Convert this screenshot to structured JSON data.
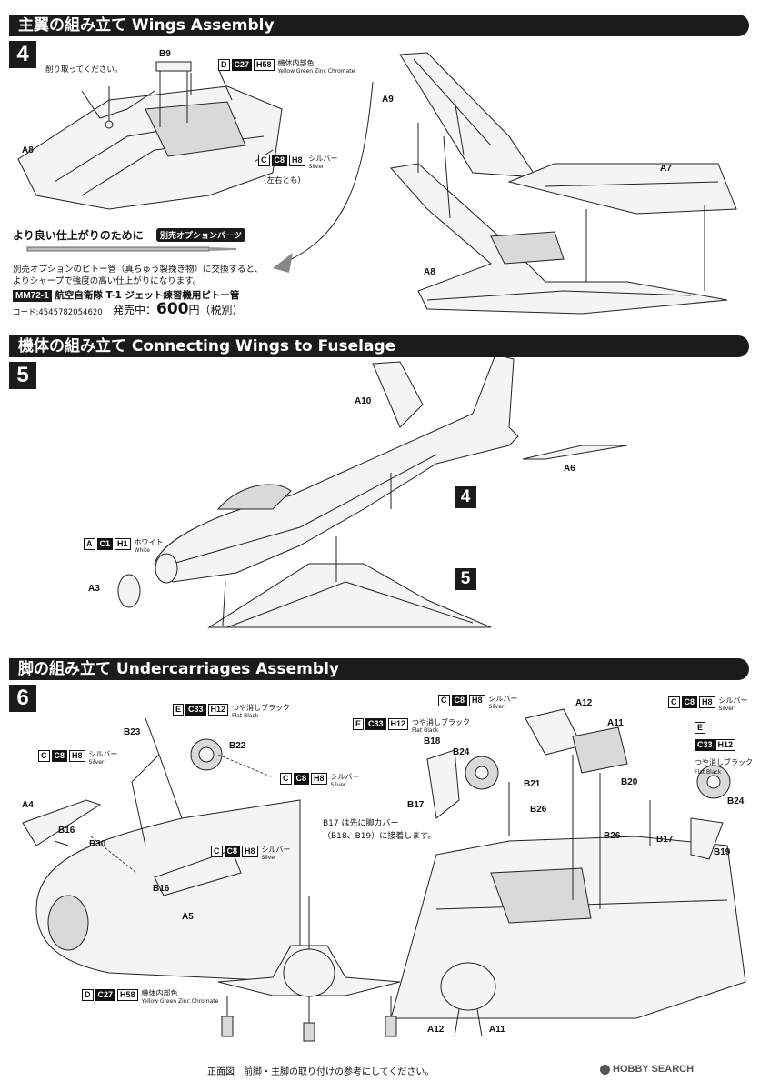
{
  "step4": {
    "banner": "主翼の組み立て Wings Assembly",
    "number": "4",
    "note_cut": "削り取ってください。",
    "parts": {
      "b9": "B9",
      "a8_left": "A8",
      "a9": "A9",
      "a7": "A7",
      "a8_right": "A8"
    },
    "paint_d": {
      "letter": "D",
      "code": "C27",
      "hcode": "H58",
      "jp": "機体内部色",
      "en": "Yellow Green Zinc Chromate"
    },
    "paint_c": {
      "letter": "C",
      "code": "C8",
      "hcode": "H8",
      "jp": "シルバー",
      "en": "Silver",
      "note": "(左右とも)"
    }
  },
  "option": {
    "title": "より良い仕上がりのために",
    "badge": "別売オプションパーツ",
    "line1": "別売オプションのピトー管（真ちゅう製挽き物）に交換すると、",
    "line2": "よりシャープで強度の高い仕上がりになります。",
    "product_code": "MM72-1",
    "product_name": "航空自衛隊 T-1 ジェット練習機用ピトー管",
    "barcode": "コード:4545782054620",
    "price_prefix": "発売中：",
    "price": "600",
    "price_suffix": "円（税別）"
  },
  "step5": {
    "banner": "機体の組み立て Connecting Wings to Fuselage",
    "number": "5",
    "parts": {
      "a10": "A10",
      "a6": "A6",
      "a3": "A3"
    },
    "ref4": "4",
    "ref5": "5",
    "paint_a": {
      "letter": "A",
      "code": "C1",
      "hcode": "H1",
      "jp": "ホワイト",
      "en": "White"
    }
  },
  "step6": {
    "banner": "脚の組み立て Undercarriages Assembly",
    "number": "6",
    "parts": {
      "a4": "A4",
      "b16a": "B16",
      "b30": "B30",
      "b16b": "B16",
      "a5": "A5",
      "b23": "B23",
      "b22": "B22",
      "b18": "B18",
      "b24a": "B24",
      "b21": "B21",
      "b17a": "B17",
      "b26a": "B26",
      "a12": "A12",
      "a11": "A11",
      "b20": "B20",
      "b24b": "B24",
      "b26b": "B26",
      "b17b": "B17",
      "b19": "B19",
      "a12b": "A12",
      "a11b": "A11"
    },
    "paint_e_flat": {
      "letter": "E",
      "code": "C33",
      "hcode": "H12",
      "jp": "つや消しブラック",
      "en": "Flat Black"
    },
    "paint_c_silver": {
      "letter": "C",
      "code": "C8",
      "hcode": "H8",
      "jp": "シルバー",
      "en": "Silver"
    },
    "paint_d_int": {
      "letter": "D",
      "code": "C27",
      "hcode": "H58",
      "jp": "機体内部色",
      "en": "Yellow Green Zinc Chromate"
    },
    "note_b17_1": "B17 は先に脚カバー",
    "note_b17_2": "（B18、B19）に接着します。",
    "footer": "正面図　前脚・主脚の取り付けの参考にしてください。",
    "watermark": "HOBBY SEARCH"
  }
}
